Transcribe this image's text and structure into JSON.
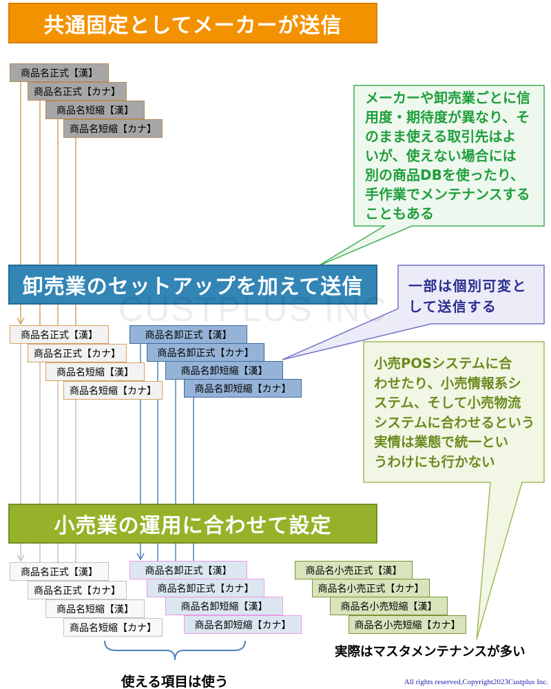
{
  "banners": {
    "maker": "共通固定としてメーカーが送信",
    "wholesale": "卸売業のセットアップを加えて送信",
    "retail": "小売業の運用に合わせて設定"
  },
  "watermark": "CUSTPLUS INC",
  "stage_maker": {
    "common_items": [
      "商品名正式【漢】",
      "商品名正式【カナ】",
      "商品名短縮【漢】",
      "商品名短縮【カナ】"
    ]
  },
  "stage_wholesale": {
    "common_items": [
      "商品名正式【漢】",
      "商品名正式【カナ】",
      "商品名短縮【漢】",
      "商品名短縮【カナ】"
    ],
    "wholesale_items": [
      "商品名卸正式【漢】",
      "商品名卸正式【カナ】",
      "商品名卸短縮【漢】",
      "商品名卸短縮【カナ】"
    ]
  },
  "stage_retail": {
    "common_items": [
      "商品名正式【漢】",
      "商品名正式【カナ】",
      "商品名短縮【漢】",
      "商品名短縮【カナ】"
    ],
    "wholesale_items": [
      "商品名卸正式【漢】",
      "商品名卸正式【カナ】",
      "商品名卸短縮【漢】",
      "商品名卸短縮【カナ】"
    ],
    "retail_items": [
      "商品名小売正式【漢】",
      "商品名小売正式【カナ】",
      "商品名小売短縮【漢】",
      "商品名小売短縮【カナ】"
    ]
  },
  "callouts": {
    "reliability": {
      "lines": [
        "メーカーや卸売業ごとに信",
        "用度・期待度が異なり、そ",
        "のまま使える取引先はよ",
        "いが、使えない場合には",
        "別の商品DBを使ったり、",
        "手作業でメンテナンスする",
        "こともある"
      ]
    },
    "partial_variable": {
      "lines": [
        "一部は個別可変と",
        "して送信する"
      ]
    },
    "retail_systems": {
      "lines": [
        "小売POSシステムに合",
        "わせたり、小売情報系シ",
        "ステム、そして小売物流",
        "システムに合わせるという",
        "実情は業態で統一とい",
        "うわけにも行かない"
      ]
    }
  },
  "labels": {
    "reality_note": "実際はマスタメンテナンスが多い",
    "use_available_items": "使える項目は使う"
  },
  "copyright": "All rights reserved,Copyright2023Custplus Inc.",
  "colors": {
    "maker_banner": "#f39200",
    "wholesale_banner": "#3285b5",
    "retail_banner": "#96b22a",
    "reliability_text": "#1f9e3a",
    "partial_text": "#2b2b90",
    "retail_systems_text": "#6a8a1f"
  }
}
